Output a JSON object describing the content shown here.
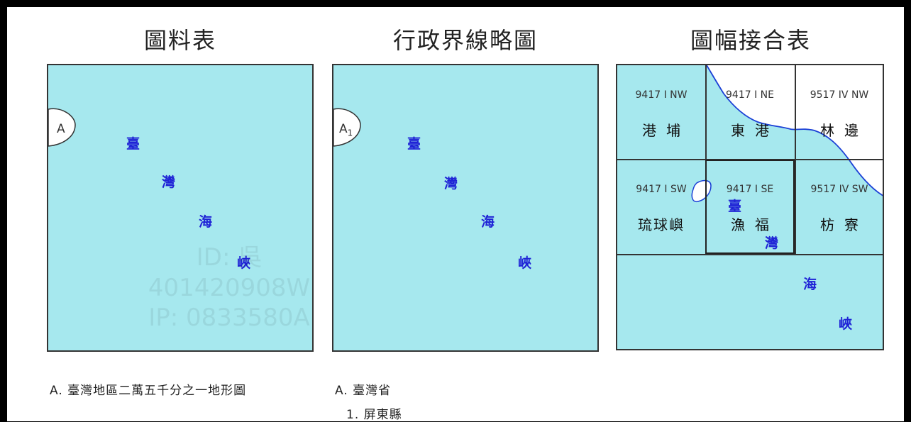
{
  "titles": {
    "map_data": "圖料表",
    "admin_boundary": "行政界線略圖",
    "sheet_index": "圖幅接合表"
  },
  "strait_chars": [
    "臺",
    "灣",
    "海",
    "峽"
  ],
  "panel1": {
    "marker": "A"
  },
  "panel2": {
    "marker": "A",
    "marker_sub": "1"
  },
  "sheet_index": {
    "cells": [
      {
        "code": "9417 I NW",
        "name": "港埔"
      },
      {
        "code": "9417 I NE",
        "name": "東港"
      },
      {
        "code": "9517 IV NW",
        "name": "林邊"
      },
      {
        "code": "9417 I SW",
        "name": "琉球嶼"
      },
      {
        "code": "9417 I SE",
        "name": "漁福"
      },
      {
        "code": "9517 IV SW",
        "name": "枋寮"
      }
    ]
  },
  "watermark": {
    "line1": "ID: 吳",
    "line2": "401420908W",
    "line3": "IP: 0833580A"
  },
  "captions": {
    "legend_a": "A. 臺灣地區二萬五千分之一地形圖",
    "admin_a": "A. 臺灣省",
    "admin_1": "1. 屏東縣"
  },
  "colors": {
    "sea": "#a6e8ee",
    "land": "#ffffff",
    "coast": "#1a3fd6",
    "strait_text": "#1f23d6"
  }
}
